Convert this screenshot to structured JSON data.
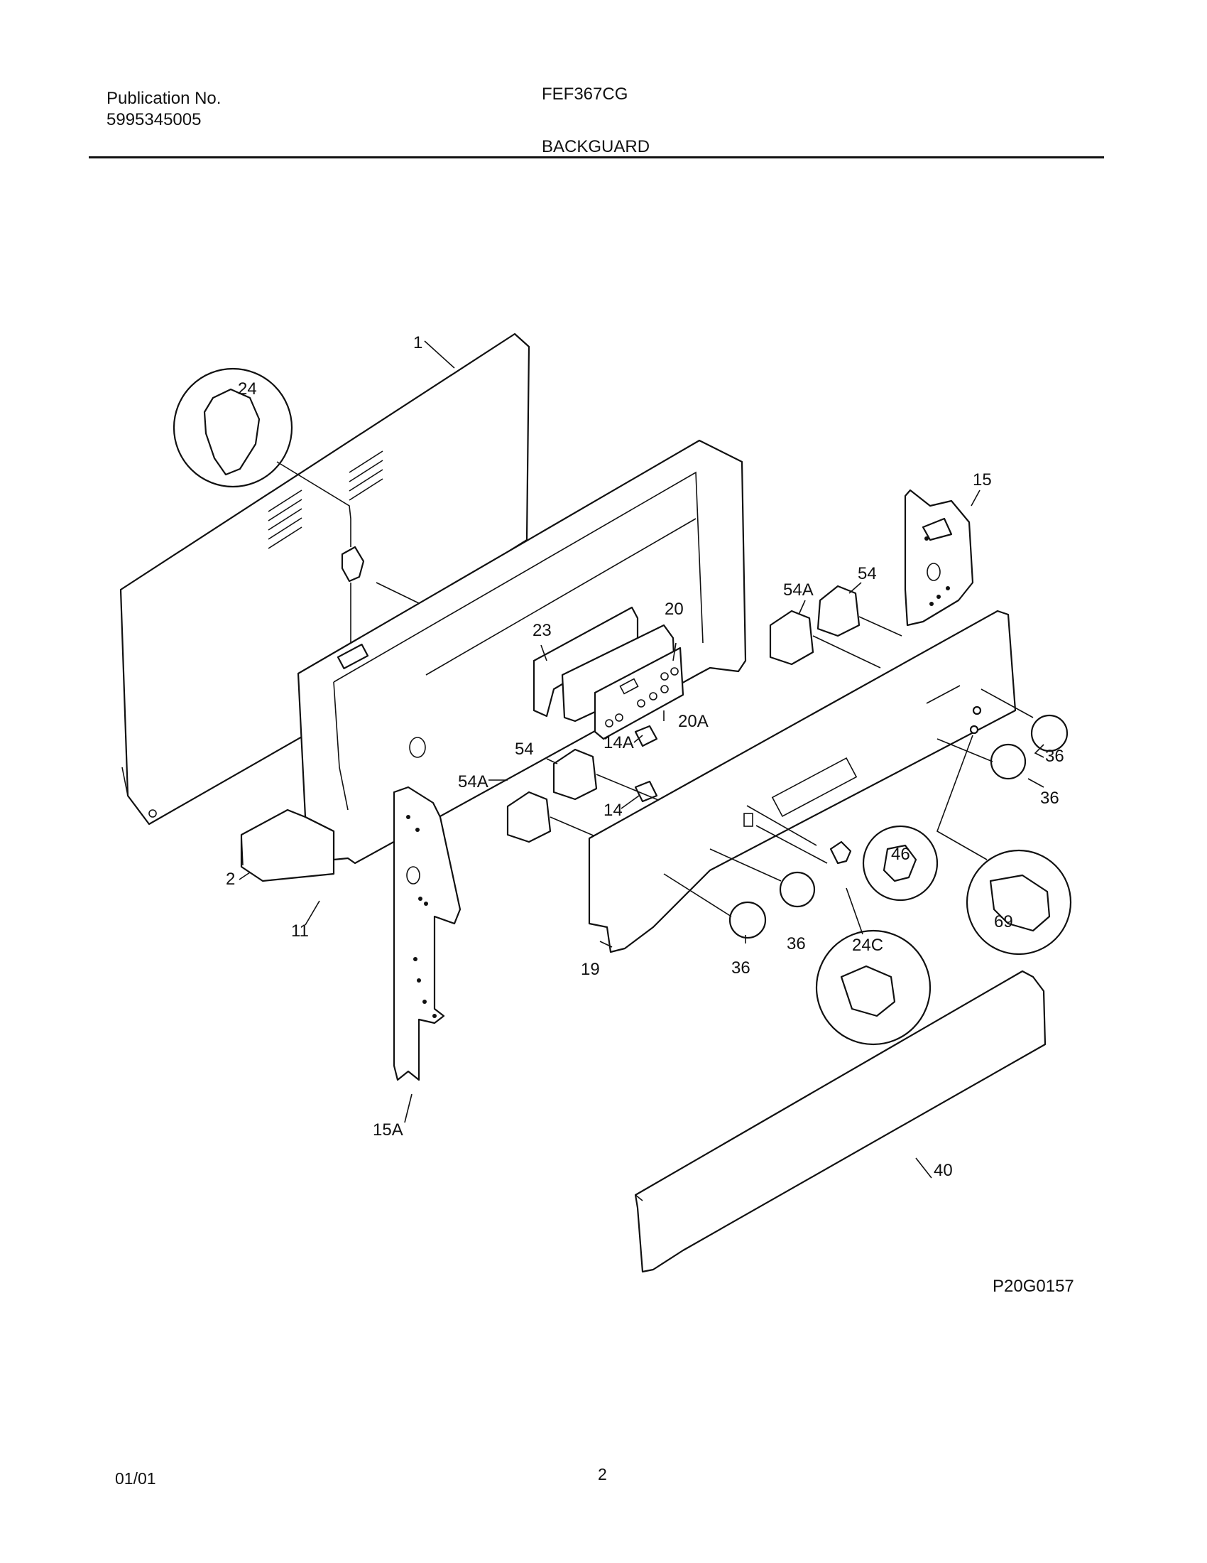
{
  "header": {
    "publication_label": "Publication No.",
    "publication_number": "5995345005",
    "model": "FEF367CG",
    "section": "BACKGUARD"
  },
  "diagram": {
    "drawing_code": "P20G0157",
    "callouts": [
      "1",
      "24",
      "15",
      "54",
      "54A",
      "20",
      "23",
      "20A",
      "54",
      "14A",
      "54A",
      "14",
      "36",
      "36",
      "46",
      "69",
      "2",
      "11",
      "15A",
      "19",
      "36",
      "36",
      "24C",
      "40"
    ]
  },
  "footer": {
    "date": "01/01",
    "page": "2"
  }
}
